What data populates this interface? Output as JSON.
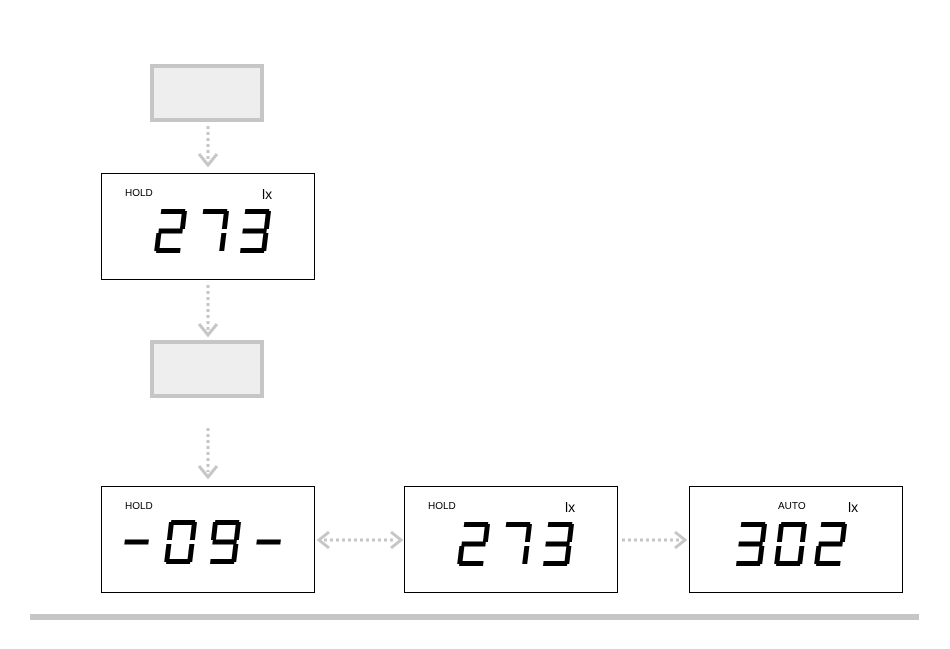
{
  "colors": {
    "accent_gray": "#c6c6c6",
    "key_fill": "#eeeeee",
    "lcd_border": "#000000"
  },
  "nodes": {
    "key_top": {
      "label": ""
    },
    "lcd_1": {
      "indicator": "HOLD",
      "unit": "lx",
      "reading": "273"
    },
    "key_middle": {
      "label": ""
    },
    "lcd_2": {
      "indicator": "HOLD",
      "unit": "",
      "reading": "-09-"
    },
    "lcd_3": {
      "indicator": "HOLD",
      "unit": "lx",
      "reading": "273"
    },
    "lcd_4": {
      "indicator": "AUTO",
      "unit": "lx",
      "reading": "302"
    }
  },
  "edges": [
    {
      "from": "key_top",
      "to": "lcd_1",
      "style": "dotted",
      "arrowheads": "end"
    },
    {
      "from": "lcd_1",
      "to": "key_middle",
      "style": "dotted",
      "arrowheads": "end"
    },
    {
      "from": "key_middle",
      "to": "lcd_2",
      "style": "dotted",
      "arrowheads": "end"
    },
    {
      "from": "lcd_2",
      "to": "lcd_3",
      "style": "dotted",
      "arrowheads": "both"
    },
    {
      "from": "lcd_3",
      "to": "lcd_4",
      "style": "dotted",
      "arrowheads": "end"
    }
  ]
}
